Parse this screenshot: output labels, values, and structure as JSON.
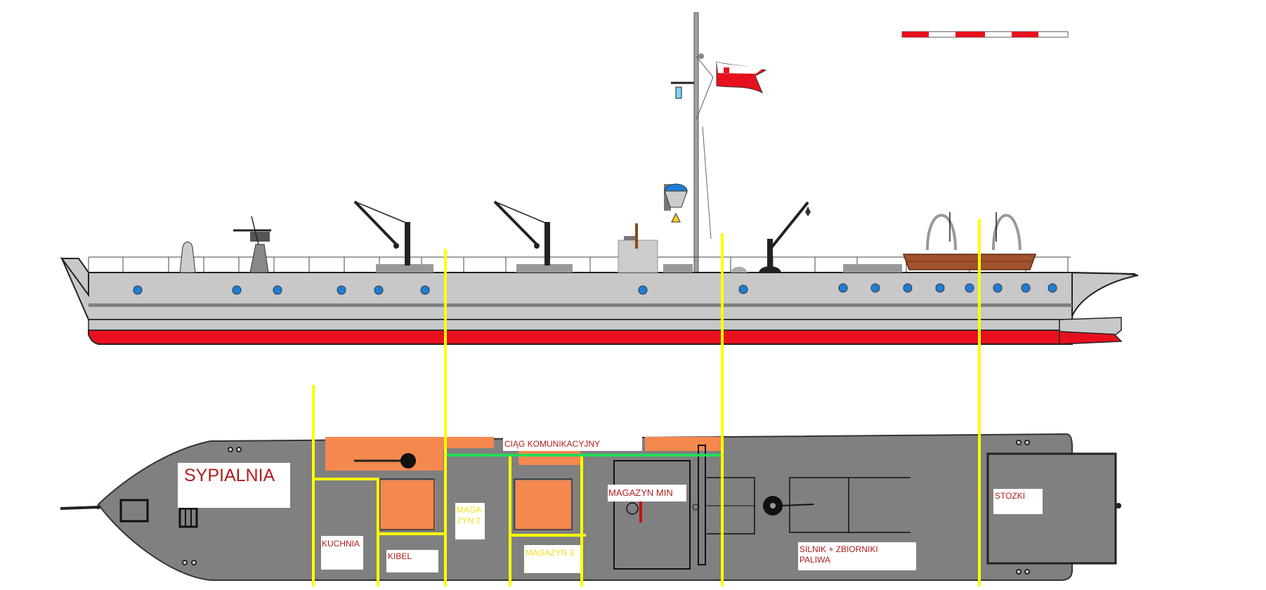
{
  "labels": {
    "sypialnia": "SYPIALNIA",
    "ciag": "CIĄG KOMUNIKACYJNY",
    "magazyn_min": "MAGAZYN MIN",
    "kuchnia": "KUCHNIA",
    "kibel": "KIBEL",
    "magazyn2_line1": "MAGA",
    "magazyn2_line2": "ZYN 2",
    "magazyn3": "MAGAZYN 3",
    "silnik_line1": "SILNIK + ZBIORNIKI",
    "silnik_line2": "PALIWA",
    "stozki": "STOZKI"
  },
  "colors": {
    "hull_grey": "#c8c8c8",
    "deck_grey": "#808080",
    "hull_red": "#e8101e",
    "porthole_blue": "#1c7fd6",
    "room_orange": "#f5884e",
    "section_yellow": "#ffff00",
    "passage_green": "#22dd55",
    "label_red": "#b01c1c",
    "label_yellow": "#f0e020"
  }
}
